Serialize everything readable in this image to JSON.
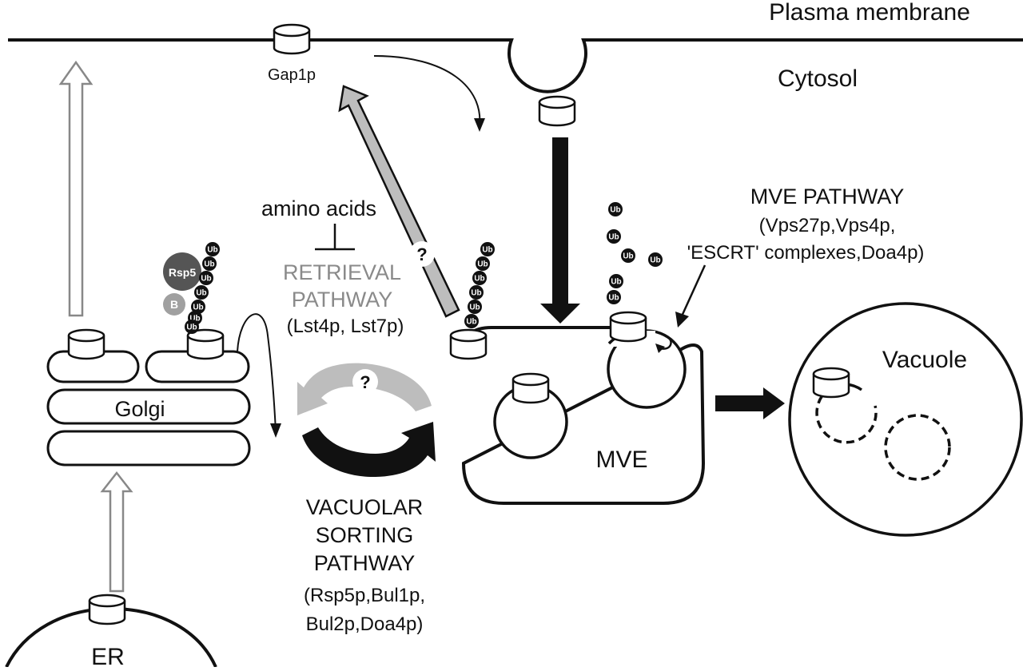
{
  "labels": {
    "plasma_membrane": "Plasma membrane",
    "cytosol": "Cytosol",
    "gap1p": "Gap1p",
    "amino_acids": "amino acids",
    "retrieval_1": "RETRIEVAL",
    "retrieval_2": "PATHWAY",
    "retrieval_3": "(Lst4p, Lst7p)",
    "golgi": "Golgi",
    "er": "ER",
    "mve": "MVE",
    "vacuole": "Vacuole",
    "mve_path_1": "MVE PATHWAY",
    "mve_path_2": "(Vps27p,Vps4p,",
    "mve_path_3": "'ESCRT' complexes,Doa4p)",
    "vac_1": "VACUOLAR",
    "vac_2": "SORTING",
    "vac_3": "PATHWAY",
    "vac_4": "(Rsp5p,Bul1p,",
    "vac_5": "Bul2p,Doa4p)",
    "rsp5": "Rsp5",
    "b": "B",
    "ub": "Ub",
    "question": "?"
  },
  "colors": {
    "ink": "#111111",
    "gray_arrow": "#bdbdbd",
    "gray_text": "#8a8a8a",
    "rsp5": "#555555",
    "b_circle": "#a0a0a0"
  }
}
